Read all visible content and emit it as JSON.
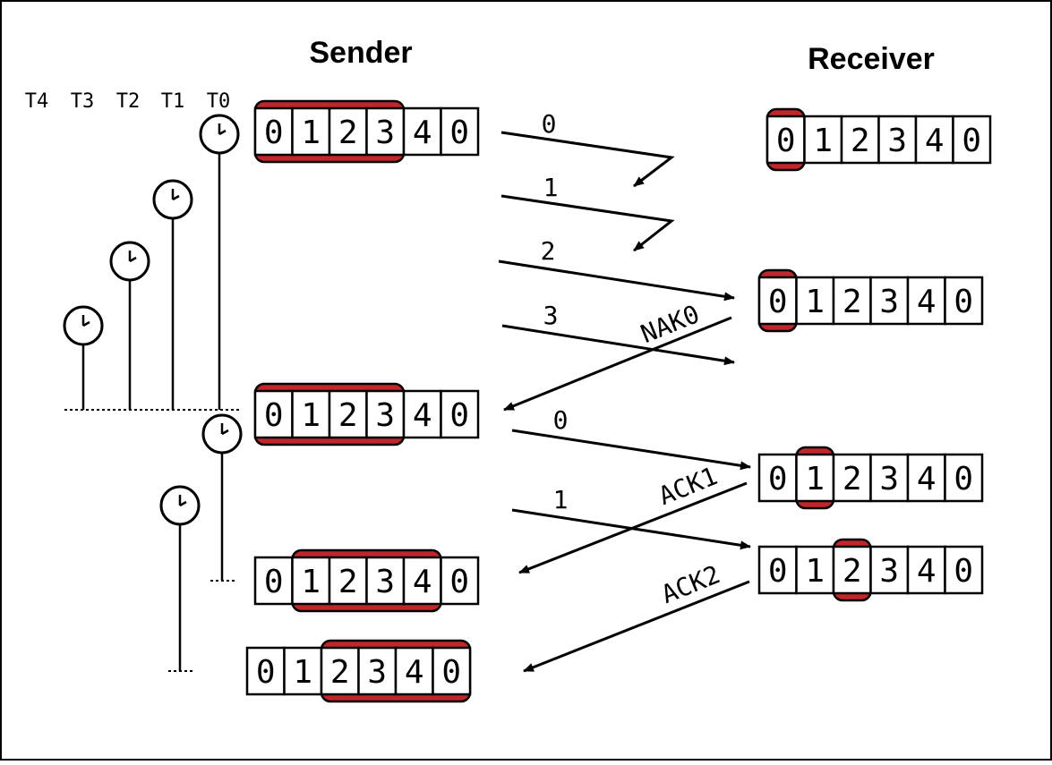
{
  "headings": {
    "sender": "Sender",
    "receiver": "Receiver"
  },
  "timer_labels": [
    "T4",
    "T3",
    "T2",
    "T1",
    "T0"
  ],
  "buffer_cells": [
    "0",
    "1",
    "2",
    "3",
    "4",
    "0"
  ],
  "colors": {
    "window": "#c0272d",
    "line": "#000000",
    "background": "#ffffff"
  },
  "sender_windows": [
    {
      "name": "sender-buffer-1",
      "window_start": 0,
      "window_end": 3
    },
    {
      "name": "sender-buffer-2",
      "window_start": 0,
      "window_end": 3
    },
    {
      "name": "sender-buffer-3",
      "window_start": 1,
      "window_end": 4
    },
    {
      "name": "sender-buffer-4",
      "window_start": 2,
      "window_end": 5
    }
  ],
  "receiver_windows": [
    {
      "name": "receiver-buffer-1",
      "window_start": 0,
      "window_end": 0
    },
    {
      "name": "receiver-buffer-2",
      "window_start": 0,
      "window_end": 0
    },
    {
      "name": "receiver-buffer-3",
      "window_start": 1,
      "window_end": 1
    },
    {
      "name": "receiver-buffer-4",
      "window_start": 2,
      "window_end": 2
    }
  ],
  "frames": [
    "0",
    "1",
    "2",
    "3",
    "0",
    "1"
  ],
  "replies": [
    "NAK0",
    "ACK1",
    "ACK2"
  ],
  "icons": {
    "timer": "clock-icon",
    "arrow": "arrowhead-icon"
  }
}
